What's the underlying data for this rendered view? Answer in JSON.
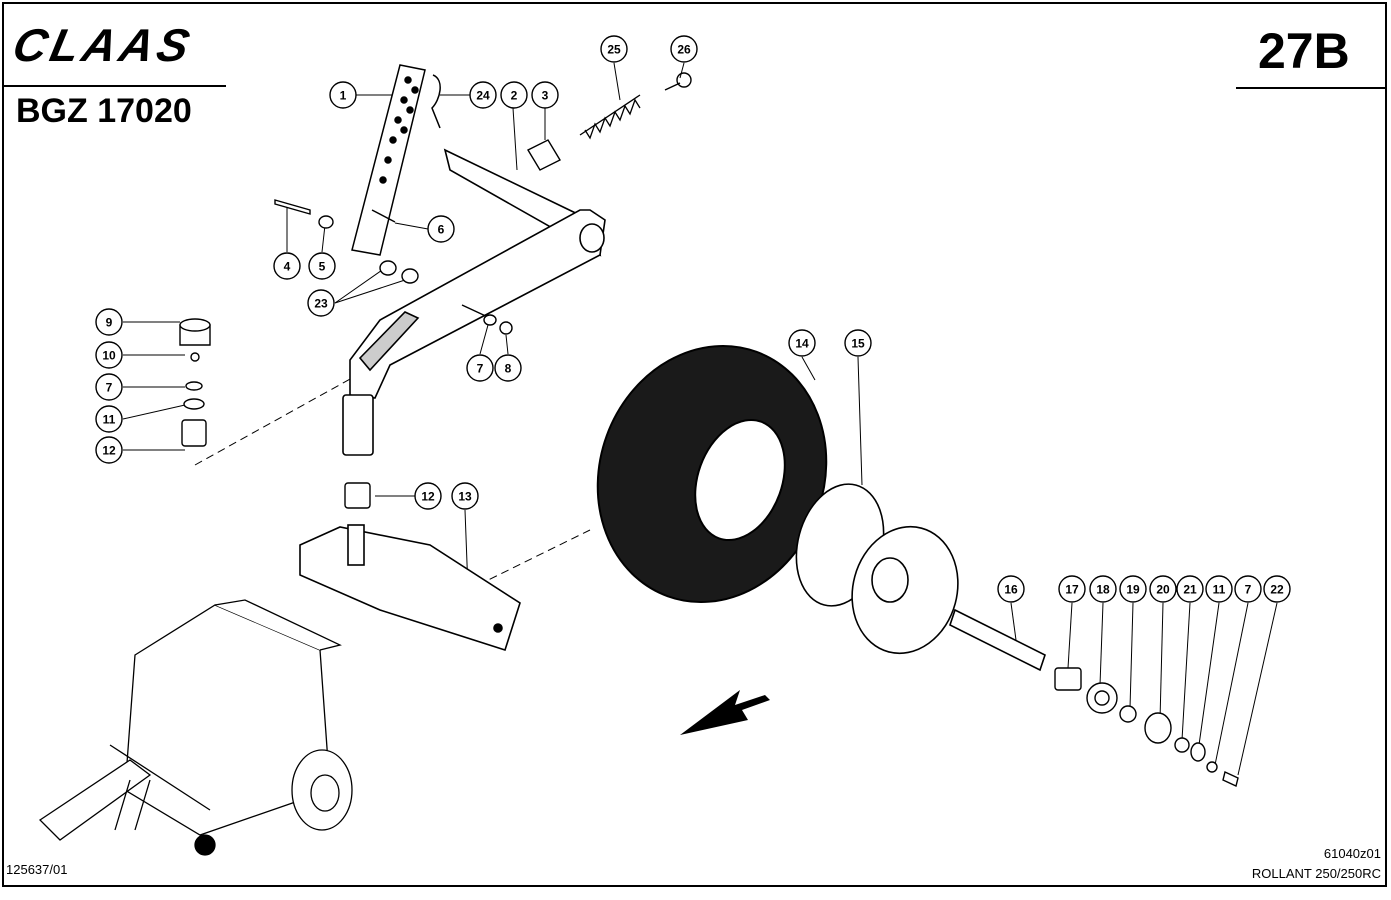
{
  "header": {
    "brand": "CLAAS",
    "model_code": "BGZ 17020",
    "page_number": "27B"
  },
  "footer": {
    "document_code": "125637/01",
    "figure_code": "61040z01",
    "machine": "ROLLANT 250/250RC"
  },
  "callouts": [
    {
      "id": "c1",
      "label": "1"
    },
    {
      "id": "c24",
      "label": "24"
    },
    {
      "id": "c2",
      "label": "2"
    },
    {
      "id": "c3",
      "label": "3"
    },
    {
      "id": "c25",
      "label": "25"
    },
    {
      "id": "c26",
      "label": "26"
    },
    {
      "id": "c6",
      "label": "6"
    },
    {
      "id": "c4",
      "label": "4"
    },
    {
      "id": "c5",
      "label": "5"
    },
    {
      "id": "c23",
      "label": "23"
    },
    {
      "id": "c9",
      "label": "9"
    },
    {
      "id": "c10",
      "label": "10"
    },
    {
      "id": "c7a",
      "label": "7"
    },
    {
      "id": "c11a",
      "label": "11"
    },
    {
      "id": "c12a",
      "label": "12"
    },
    {
      "id": "c7b",
      "label": "7"
    },
    {
      "id": "c8",
      "label": "8"
    },
    {
      "id": "c14",
      "label": "14"
    },
    {
      "id": "c15",
      "label": "15"
    },
    {
      "id": "c12b",
      "label": "12"
    },
    {
      "id": "c13",
      "label": "13"
    },
    {
      "id": "c16",
      "label": "16"
    },
    {
      "id": "c17",
      "label": "17"
    },
    {
      "id": "c18",
      "label": "18"
    },
    {
      "id": "c19",
      "label": "19"
    },
    {
      "id": "c20",
      "label": "20"
    },
    {
      "id": "c21",
      "label": "21"
    },
    {
      "id": "c11b",
      "label": "11"
    },
    {
      "id": "c7c",
      "label": "7"
    },
    {
      "id": "c22",
      "label": "22"
    }
  ]
}
